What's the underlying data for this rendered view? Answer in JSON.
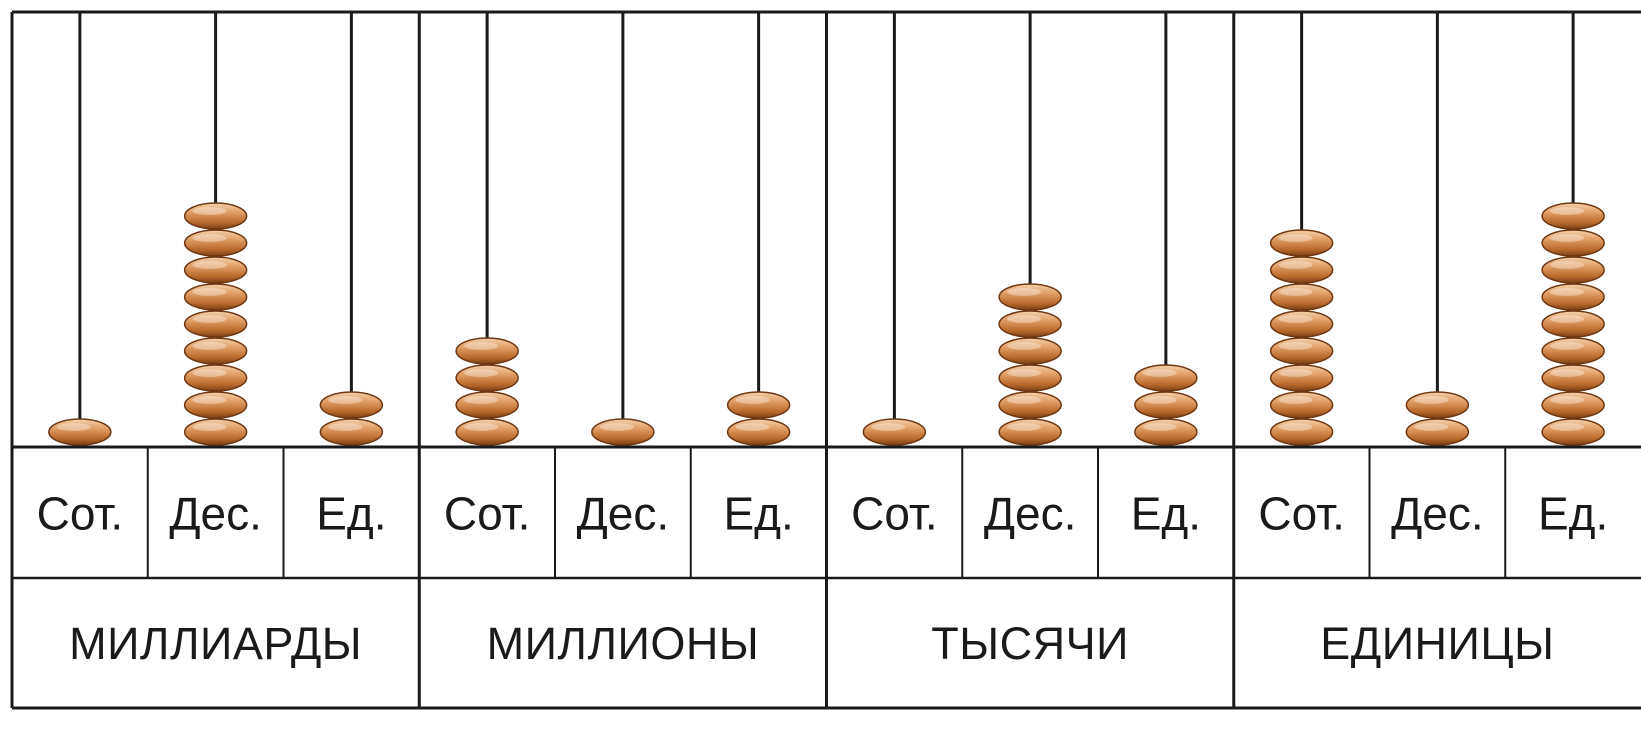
{
  "colors": {
    "bead_light": "#e9b07e",
    "bead_mid": "#c97d3e",
    "bead_dark": "#6e3712",
    "line": "#1a1a1a",
    "background": "#ffffff"
  },
  "classes": [
    {
      "label": "МИЛЛИАРДЫ",
      "places": [
        {
          "label": "Сот.",
          "beads": 1
        },
        {
          "label": "Дес.",
          "beads": 9
        },
        {
          "label": "Ед.",
          "beads": 2
        }
      ]
    },
    {
      "label": "МИЛЛИОНЫ",
      "places": [
        {
          "label": "Сот.",
          "beads": 4
        },
        {
          "label": "Дес.",
          "beads": 1
        },
        {
          "label": "Ед.",
          "beads": 2
        }
      ]
    },
    {
      "label": "ТЫСЯЧИ",
      "places": [
        {
          "label": "Сот.",
          "beads": 1
        },
        {
          "label": "Дес.",
          "beads": 6
        },
        {
          "label": "Ед.",
          "beads": 3
        }
      ]
    },
    {
      "label": "ЕДИНИЦЫ",
      "places": [
        {
          "label": "Сот.",
          "beads": 8
        },
        {
          "label": "Дес.",
          "beads": 2
        },
        {
          "label": "Ед.",
          "beads": 9
        }
      ]
    }
  ]
}
